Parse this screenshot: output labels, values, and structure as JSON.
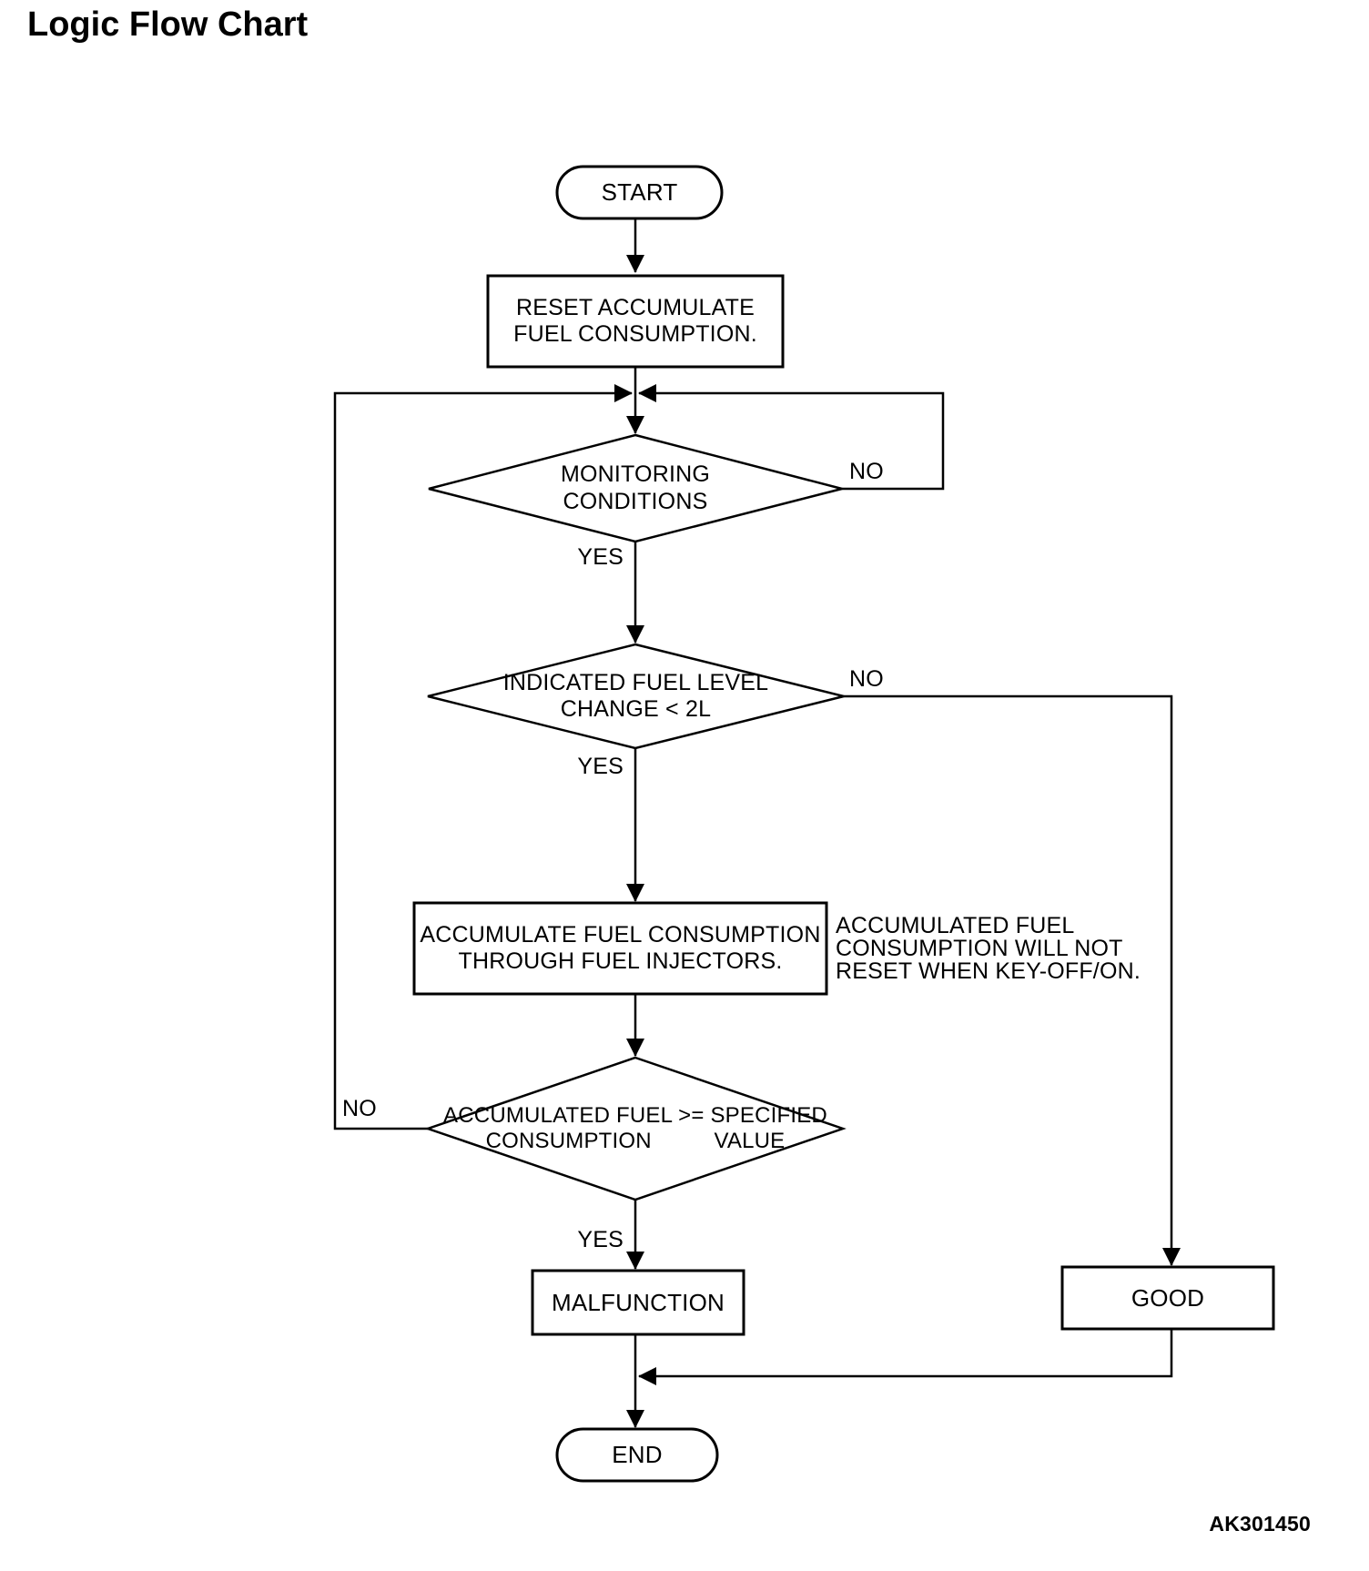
{
  "title": "Logic Flow Chart",
  "figure_code": "AK301450",
  "colors": {
    "line": "#000000",
    "background": "#ffffff"
  },
  "nodes": {
    "start": {
      "type": "terminator",
      "label": "START"
    },
    "reset": {
      "type": "process",
      "label": "RESET ACCUMULATE\nFUEL CONSUMPTION."
    },
    "monitoring": {
      "type": "decision",
      "label": "MONITORING\nCONDITIONS"
    },
    "fuel_level": {
      "type": "decision",
      "label": "INDICATED FUEL LEVEL\nCHANGE < 2L"
    },
    "accumulate": {
      "type": "process",
      "label": "ACCUMULATE FUEL CONSUMPTION\nTHROUGH FUEL INJECTORS."
    },
    "note": {
      "type": "annotation",
      "label": "ACCUMULATED FUEL\nCONSUMPTION WILL NOT\nRESET WHEN KEY-OFF/ON."
    },
    "threshold": {
      "type": "decision",
      "label": "ACCUMULATED FUEL >= SPECIFIED\nCONSUMPTION          VALUE"
    },
    "malfunction": {
      "type": "process",
      "label": "MALFUNCTION"
    },
    "good": {
      "type": "process",
      "label": "GOOD"
    },
    "end": {
      "type": "terminator",
      "label": "END"
    }
  },
  "edge_labels": {
    "monitoring_no": "NO",
    "monitoring_yes": "YES",
    "fuel_level_no": "NO",
    "fuel_level_yes": "YES",
    "threshold_no": "NO",
    "threshold_yes": "YES"
  }
}
